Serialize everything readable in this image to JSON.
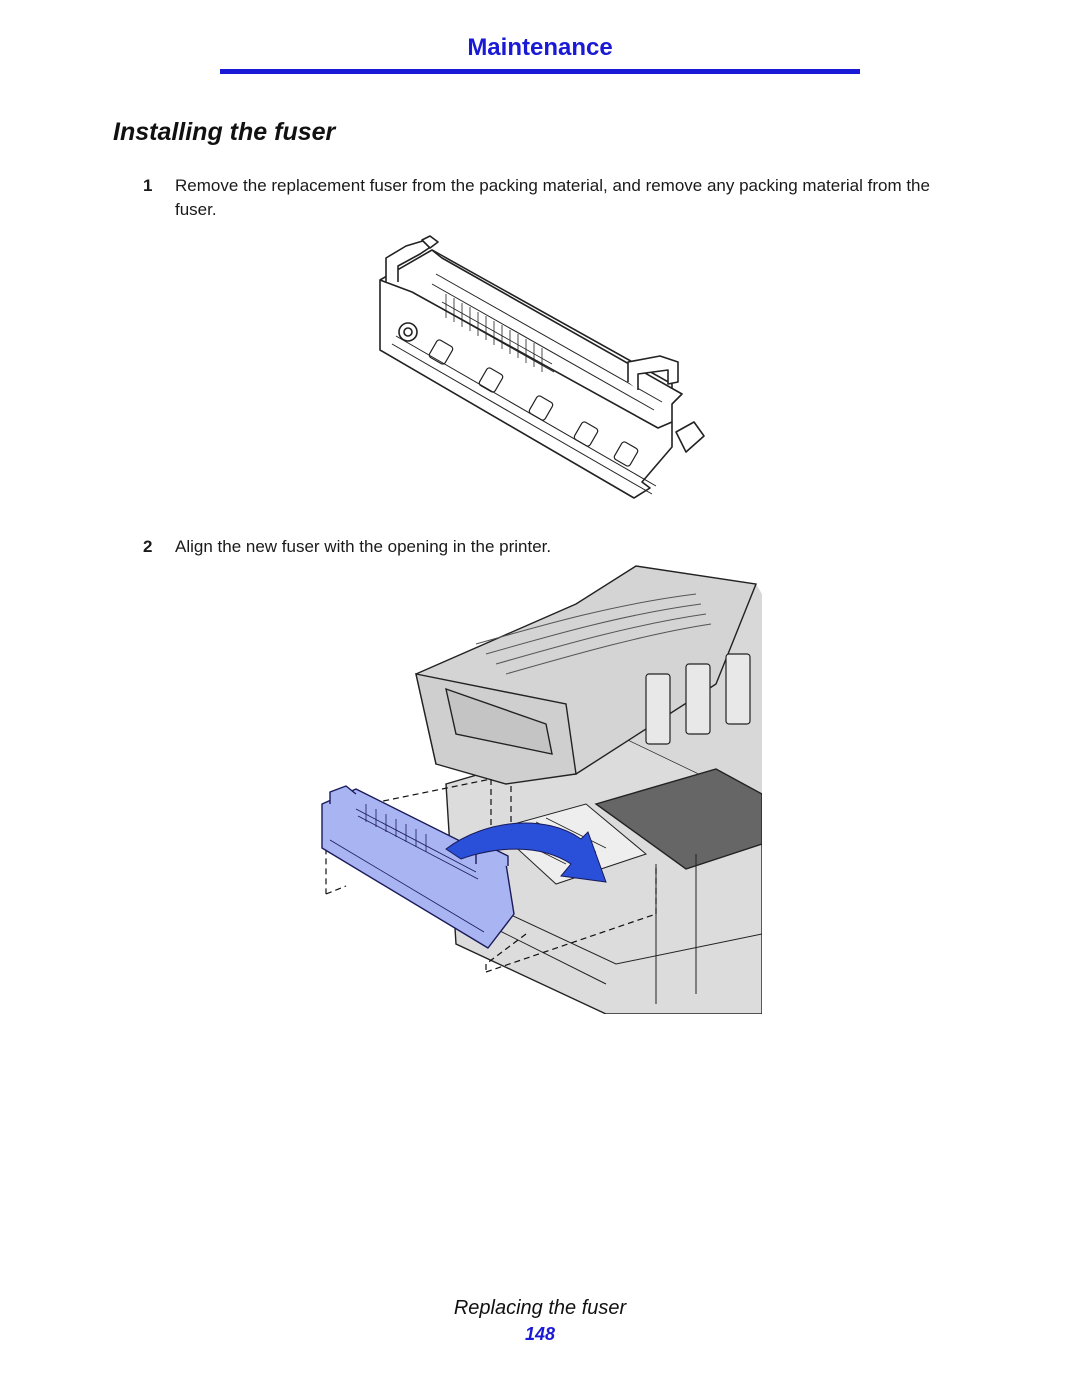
{
  "header": {
    "title": "Maintenance"
  },
  "section_title": "Installing the fuser",
  "steps": [
    {
      "number": "1",
      "text": "Remove the replacement fuser from the packing material, and remove any packing material from the fuser."
    },
    {
      "number": "2",
      "text": "Align the new fuser with the opening in the printer."
    }
  ],
  "footer": {
    "section": "Replacing the fuser",
    "page_number": "148"
  },
  "colors": {
    "accent": "#1a1ad6",
    "fuser_highlight": "#a9b4f2",
    "arrow": "#2a4fd8",
    "belt": "#666666"
  }
}
